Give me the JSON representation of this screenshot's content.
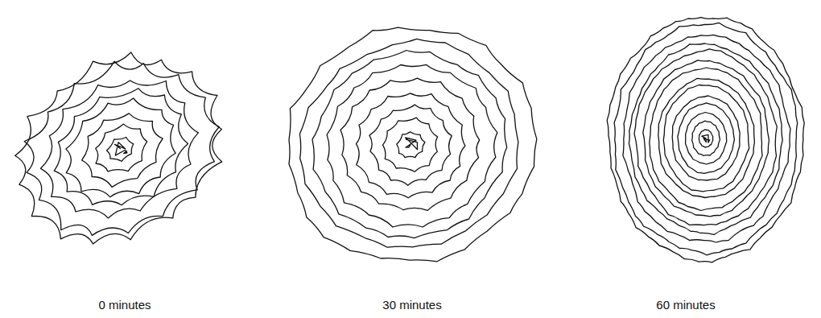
{
  "diagram": {
    "labels": [
      "0 minutes",
      "30 minutes",
      "60 minutes"
    ]
  }
}
